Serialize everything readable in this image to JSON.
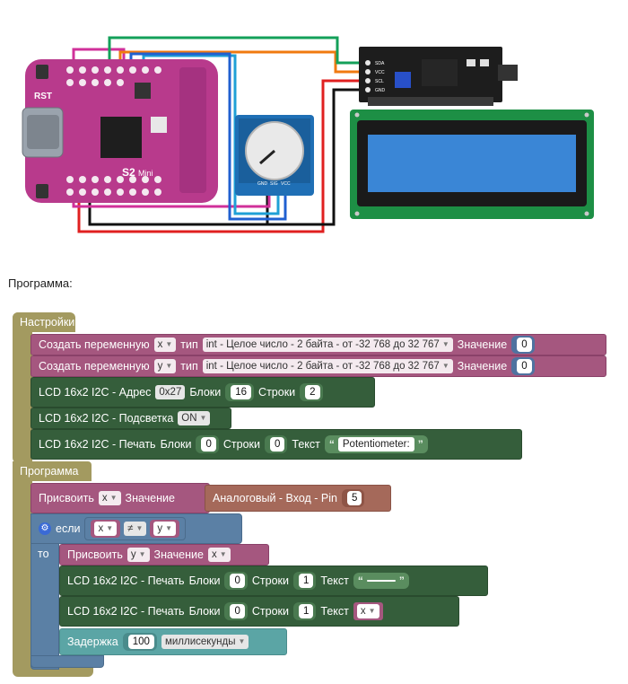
{
  "diagram": {
    "board_rst": "RST",
    "board_label": "S2",
    "board_sub": "Mini",
    "pot_pins": [
      "GND",
      "SIG",
      "VCC"
    ],
    "lcd_pins": [
      "SDA",
      "VCC",
      "SCL",
      "GND"
    ]
  },
  "program_label": "Программа:",
  "setup": {
    "header": "Настройки",
    "var1": {
      "prefix": "Создать переменную",
      "name": "x",
      "type_label": "тип",
      "type": "int - Целое число - 2 байта - от -32 768 до 32 767",
      "value_label": "Значение",
      "value": "0"
    },
    "var2": {
      "prefix": "Создать переменную",
      "name": "y",
      "type_label": "тип",
      "type": "int - Целое число - 2 байта - от -32 768 до 32 767",
      "value_label": "Значение",
      "value": "0"
    },
    "lcd_init": {
      "label": "LCD 16x2 I2C - Адрес",
      "address": "0x27",
      "cols_label": "Блоки",
      "cols": "16",
      "rows_label": "Строки",
      "rows": "2"
    },
    "backlight": {
      "label": "LCD 16x2 I2C - Подсветка",
      "state": "ON"
    },
    "print1": {
      "label": "LCD 16x2 I2C - Печать",
      "cols_label": "Блоки",
      "col": "0",
      "rows_label": "Строки",
      "row": "0",
      "text_label": "Текст",
      "text": "Potentiometer:"
    }
  },
  "loop": {
    "header": "Программа",
    "assign": {
      "label": "Присвоить",
      "var": "x",
      "value_label": "Значение",
      "source": "Аналоговый - Вход - Pin",
      "pin": "5"
    },
    "if": {
      "label": "если",
      "then_label": "то",
      "left": "x",
      "op": "≠",
      "right": "y"
    },
    "assign2": {
      "label": "Присвоить",
      "var": "y",
      "value_label": "Значение",
      "value": "x"
    },
    "print2": {
      "label": "LCD 16x2 I2C - Печать",
      "cols_label": "Блоки",
      "col": "0",
      "rows_label": "Строки",
      "row": "1",
      "text_label": "Текст",
      "text": ""
    },
    "print3": {
      "label": "LCD 16x2 I2C - Печать",
      "cols_label": "Блоки",
      "col": "0",
      "rows_label": "Строки",
      "row": "1",
      "text_label": "Текст",
      "value": "x"
    },
    "delay": {
      "label": "Задержка",
      "value": "100",
      "unit": "миллисекунды"
    }
  }
}
